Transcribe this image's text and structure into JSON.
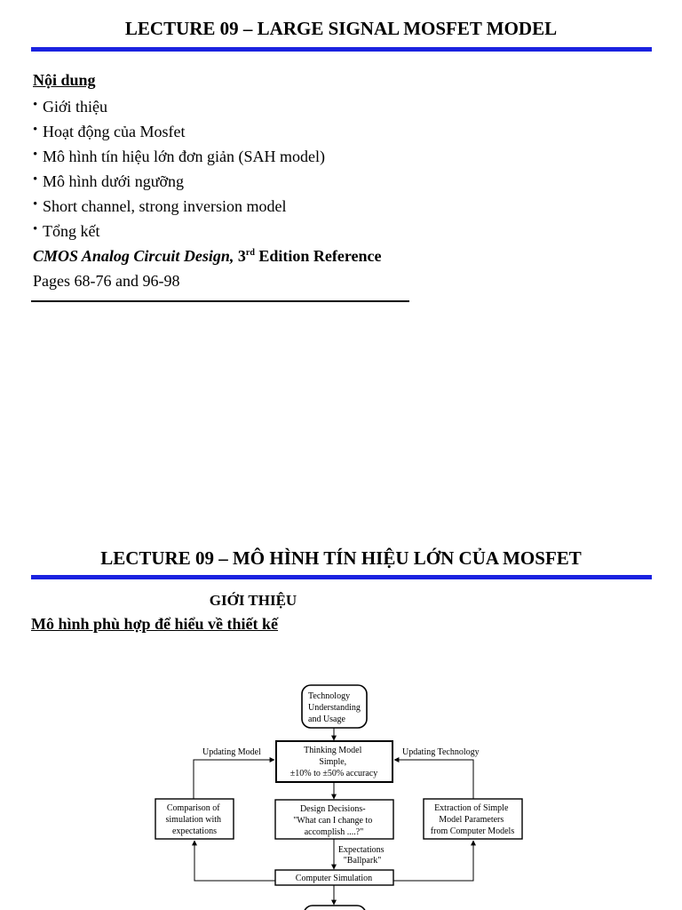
{
  "slide1": {
    "title": "LECTURE 09 – LARGE SIGNAL MOSFET MODEL",
    "contents_heading": "Nội dung",
    "bullets": [
      "Giới thiệu",
      "Hoạt động của Mosfet",
      "Mô hình tín hiệu lớn đơn giản (SAH model)",
      "Mô hình dưới ngưỡng",
      "Short channel, strong inversion model",
      "Tổng kết"
    ],
    "reference": {
      "book": "CMOS Analog Circuit Design,",
      "edition_num": "3",
      "edition_sup": "rd",
      "edition_rest": "Edition Reference",
      "pages": "Pages 68-76 and 96-98"
    }
  },
  "slide2": {
    "title": "LECTURE 09 – MÔ HÌNH TÍN HIỆU LỚN CỦA MOSFET",
    "section": "GIỚI THIỆU",
    "subheading": "Mô hình phù hợp để hiểu về thiết kế",
    "diagram": {
      "tech_box": [
        "Technology",
        "Understanding",
        "and Usage"
      ],
      "thinking_box": [
        "Thinking Model",
        "Simple,",
        "±10% to ±50% accuracy"
      ],
      "updating_model": "Updating Model",
      "updating_technology": "Updating Technology",
      "comparison_box": [
        "Comparison of",
        "simulation with",
        "expectations"
      ],
      "design_box": [
        "Design Decisions-",
        "\"What can I change to",
        "accomplish ....?\""
      ],
      "extraction_box": [
        "Extraction of Simple",
        "Model Parameters",
        "from Computer Models"
      ],
      "expectations": [
        "Expectations",
        "\"Ballpark\""
      ],
      "computer_sim": "Computer Simulation"
    }
  }
}
